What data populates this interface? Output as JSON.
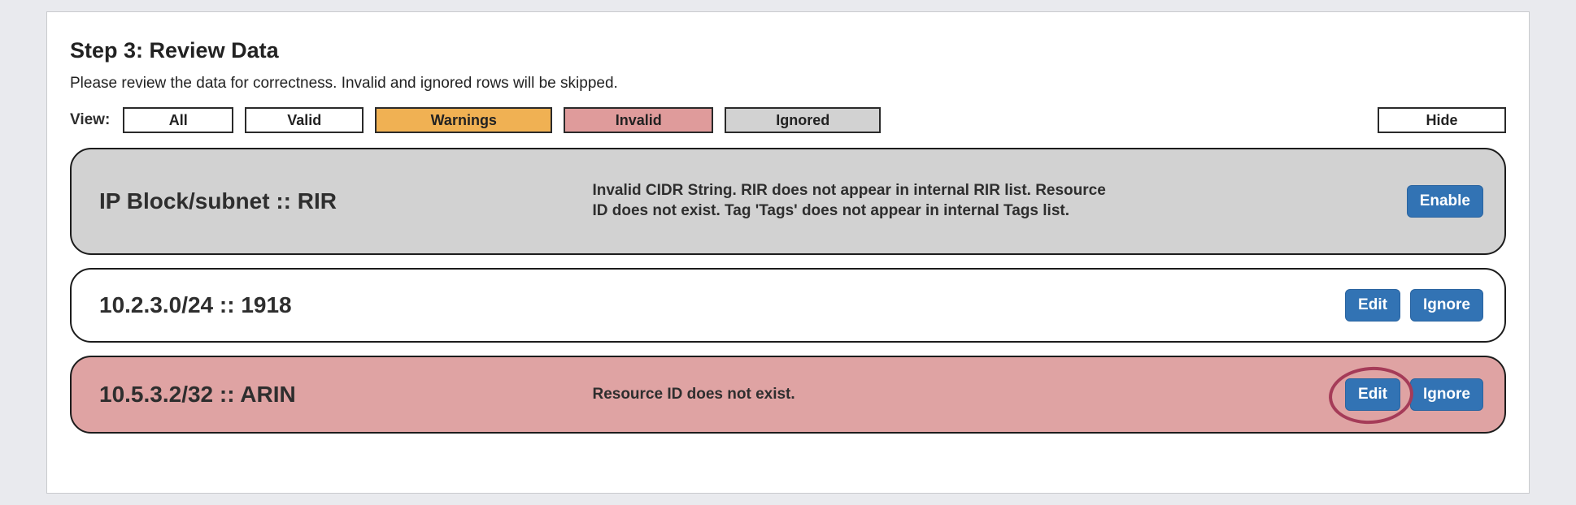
{
  "page": {
    "title": "Step 3: Review Data",
    "subtitle": "Please review the data for correctness. Invalid and ignored rows will be skipped."
  },
  "filters": {
    "label": "View:",
    "all": "All",
    "valid": "Valid",
    "warnings": "Warnings",
    "invalid": "Invalid",
    "ignored": "Ignored",
    "hide": "Hide"
  },
  "rows": [
    {
      "label": "IP Block/subnet :: RIR",
      "state": "ignored",
      "message": "Invalid CIDR String. RIR does not appear in internal RIR list. Resource ID does not exist. Tag 'Tags' does not appear in internal Tags list.",
      "actions": {
        "enable": "Enable"
      }
    },
    {
      "label": "10.2.3.0/24 :: 1918",
      "state": "valid",
      "message": "",
      "actions": {
        "edit": "Edit",
        "ignore": "Ignore"
      }
    },
    {
      "label": "10.5.3.2/32 :: ARIN",
      "state": "invalid",
      "message": "Resource ID does not exist.",
      "actions": {
        "edit": "Edit",
        "ignore": "Ignore"
      }
    }
  ],
  "colors": {
    "accent_blue": "#3273b4",
    "warning": "#f0b153",
    "invalid": "#df9b9b",
    "invalid_row": "#dfa3a3",
    "ignored": "#d2d2d2",
    "annotation": "#a53b58"
  }
}
